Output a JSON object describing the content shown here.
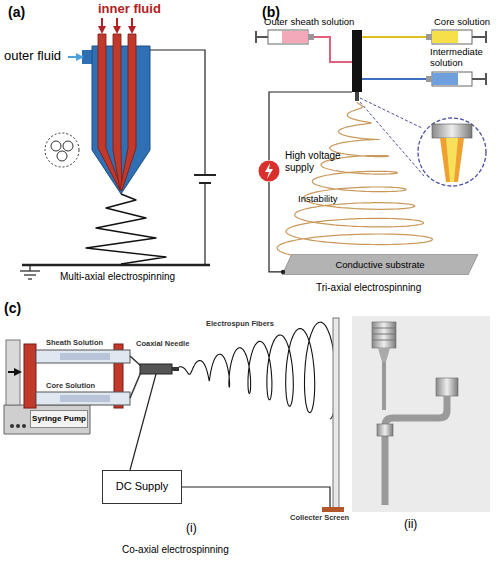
{
  "diagram": {
    "nodes": [
      {
        "text": [
          "High voltage supply"
        ]
      },
      {
        "text": [
          "Conductive substrate"
        ]
      },
      {
        "text": [
          "Syringe Pump"
        ]
      },
      {
        "text": [
          "DC Supply"
        ]
      }
    ],
    "edges": [
      {
        "from": 0,
        "to": 1,
        "arrow": "none"
      }
    ],
    "labels": [
      "(a)",
      "inner fluid",
      "outer fluid",
      "Multi-axial electrospinning",
      "(b)",
      "Outer sheath solution",
      "Core solution",
      "Intermediate solution",
      "Instability",
      "Tri-axial electrospinning",
      "(c)",
      "Sheath Solution",
      "Core Solution",
      "Coaxial Needle",
      "Electrospun Fibers",
      "Collecter Screen",
      "(i)",
      "(ii)",
      "Co-axial electrospinning"
    ]
  }
}
